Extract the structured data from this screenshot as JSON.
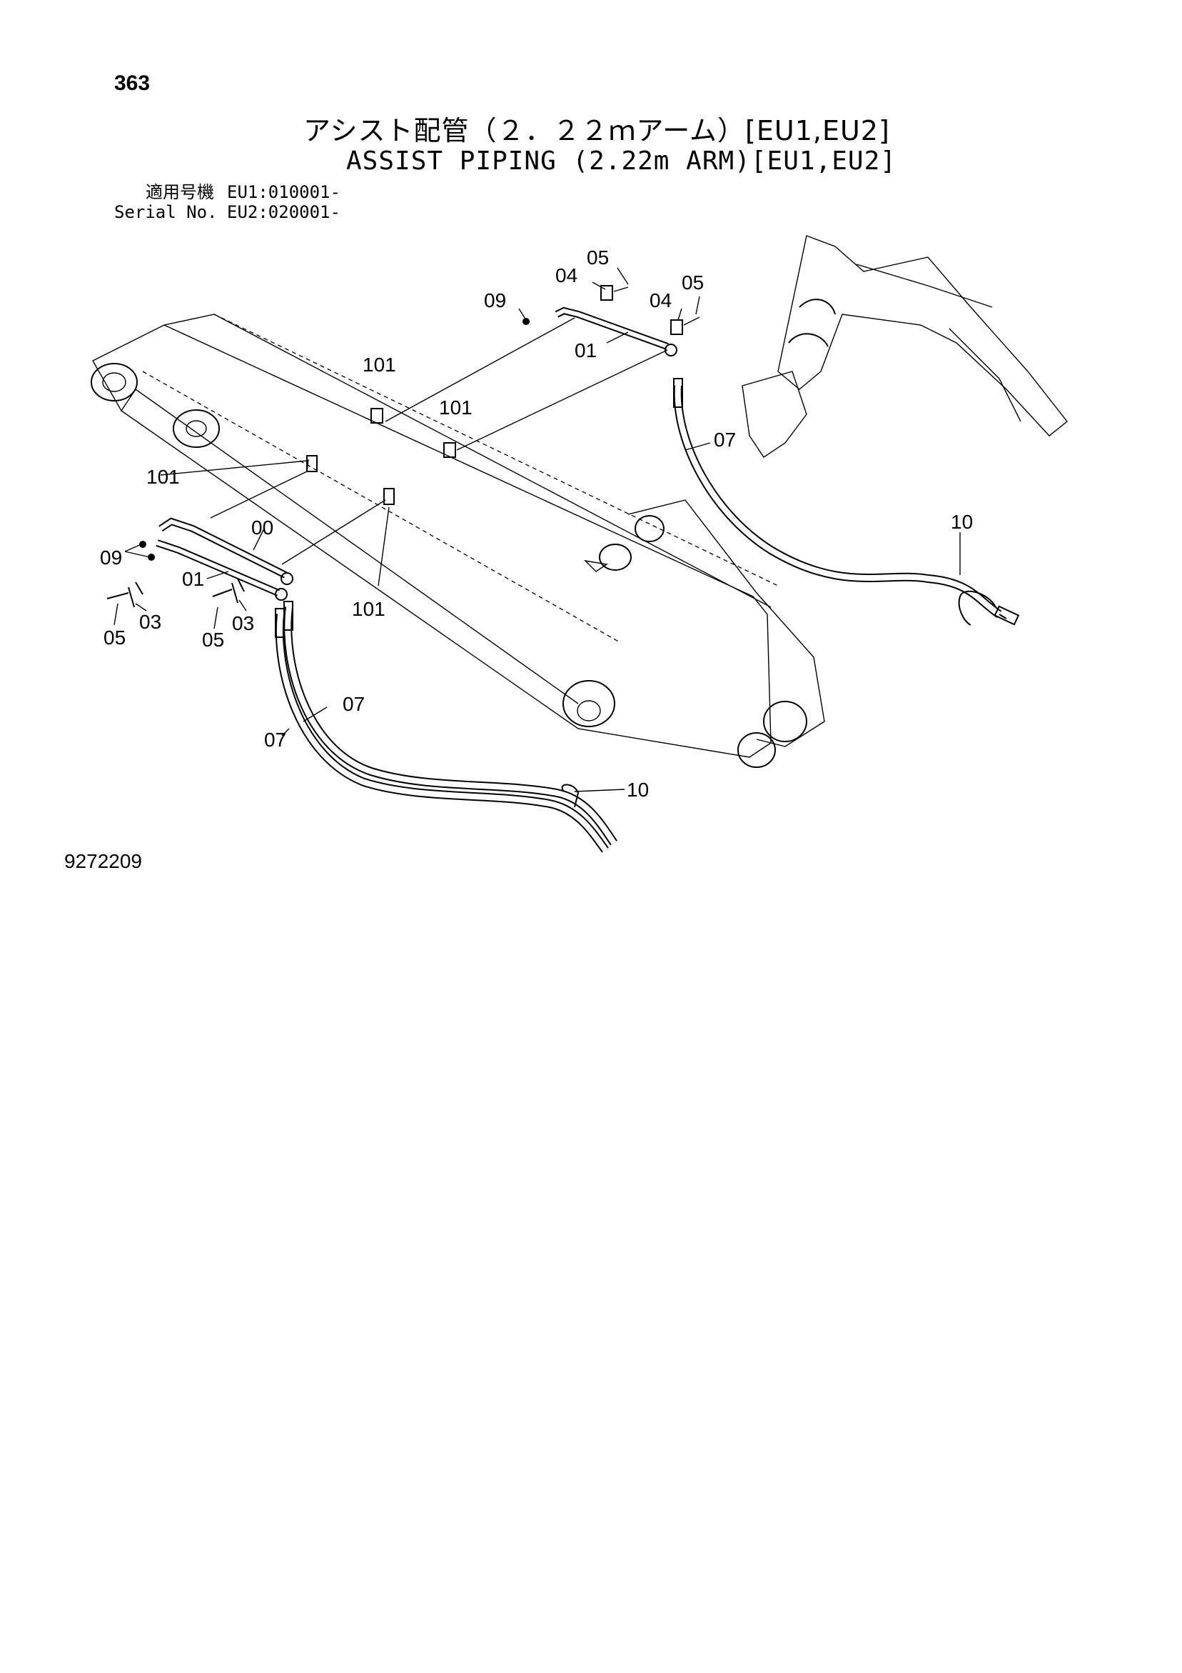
{
  "page_number": "363",
  "title_jp": "アシスト配管（２．２２ｍアーム）[EU1,EU2]",
  "title_en": "ASSIST PIPING (2.22m ARM)[EU1,EU2]",
  "serial": {
    "label_jp": "適用号機",
    "label_en": "Serial No.",
    "line1": "EU1:010001-",
    "line2": "EU2:020001-"
  },
  "drawing_number": "9272209",
  "callouts": {
    "c05_top": "05",
    "c04_top": "04",
    "c09_top": "09",
    "c04_right": "04",
    "c05_right": "05",
    "c01_top": "01",
    "c101_a": "101",
    "c101_b": "101",
    "c101_c": "101",
    "c101_d": "101",
    "c07_right": "07",
    "c10_right": "10",
    "c00": "00",
    "c09_left": "09",
    "c01_left": "01",
    "c05_left1": "05",
    "c03_left1": "03",
    "c05_left2": "05",
    "c03_left2": "03",
    "c07_upper": "07",
    "c07_lower": "07",
    "c10_bottom": "10"
  }
}
